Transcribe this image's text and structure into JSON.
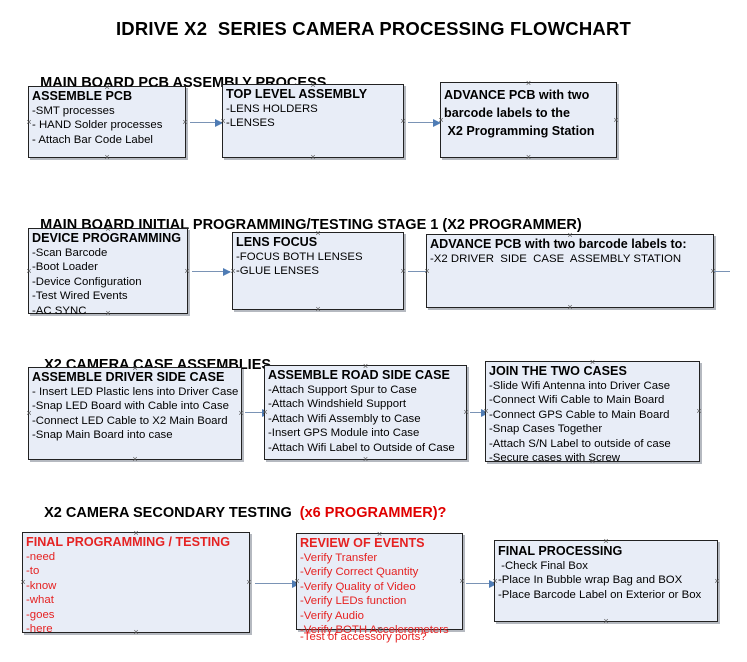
{
  "document": {
    "title": "IDRIVE X2  SERIES CAMERA PROCESSING FLOWCHART",
    "accent_color": "#e52222",
    "box_fill_color": "#e8edf7",
    "box_border_color": "#222222",
    "arrow_color": "#4f7cb5"
  },
  "sections": [
    {
      "heading": "MAIN BOARD PCB ASSEMBLY PROCESS",
      "heading_accent": "",
      "boxes": [
        {
          "title": "ASSEMBLE PCB",
          "lines": [
            "-SMT processes",
            "- HAND Solder processes",
            "- Attach Bar Code Label"
          ]
        },
        {
          "title": "TOP LEVEL ASSEMBLY",
          "lines": [
            "-LENS HOLDERS",
            "-LENSES"
          ]
        },
        {
          "title": "ADVANCE PCB with two\nbarcode labels to the\n X2 Programming Station",
          "lines": []
        }
      ]
    },
    {
      "heading": "MAIN BOARD INITIAL PROGRAMMING/TESTING STAGE 1 (X2 PROGRAMMER)",
      "heading_accent": "",
      "boxes": [
        {
          "title": "DEVICE PROGRAMMING",
          "lines": [
            "-Scan Barcode",
            "-Boot Loader",
            "-Device Configuration",
            "-Test Wired Events",
            "-AC SYNC"
          ]
        },
        {
          "title": "LENS FOCUS",
          "lines": [
            "-FOCUS BOTH LENSES",
            "-GLUE LENSES"
          ]
        },
        {
          "title": "ADVANCE PCB with two barcode labels to:",
          "lines": [
            "-X2 DRIVER  SIDE  CASE  ASSEMBLY STATION"
          ]
        }
      ]
    },
    {
      "heading": "X2 CAMERA CASE ASSEMBLIES",
      "heading_accent": "",
      "boxes": [
        {
          "title": "ASSEMBLE DRIVER SIDE CASE",
          "lines": [
            "- Insert LED Plastic lens into Driver Case",
            "-Snap LED Board with Cable into Case",
            "-Connect LED Cable to X2 Main Board",
            "-Snap Main Board into case"
          ]
        },
        {
          "title": "ASSEMBLE ROAD SIDE CASE",
          "lines": [
            "-Attach Support Spur to Case",
            "-Attach Windshield Support",
            "-Attach Wifi Assembly to Case",
            "-Insert GPS Module into Case",
            "-Attach Wifi Label to Outside of Case"
          ]
        },
        {
          "title": "JOIN THE TWO CASES",
          "lines": [
            "-Slide Wifi Antenna into Driver Case",
            "-Connect Wifi Cable to Main Board",
            "-Connect GPS Cable to Main Board",
            "-Snap Cases Together",
            "-Attach S/N Label to outside of case",
            "-Secure cases with Screw"
          ]
        }
      ]
    },
    {
      "heading": "X2 CAMERA SECONDARY TESTING ",
      "heading_accent": " (x6 PROGRAMMER)?",
      "boxes": [
        {
          "title": "FINAL PROGRAMMING / TESTING",
          "lines": [
            "-need",
            "-to",
            "-know",
            "-what",
            "-goes",
            "-here"
          ]
        },
        {
          "title": "REVIEW OF EVENTS",
          "lines": [
            "-Verify Transfer",
            "-Verify Correct Quantity",
            "-Verify Quality of Video",
            "-Verify LEDs function",
            "-Verify Audio",
            "-Verify BOTH Accelerometers"
          ],
          "overflow_line": "-Test of accessory ports?"
        },
        {
          "title": "FINAL PROCESSING",
          "lines": [
            " -Check Final Box",
            "-Place In Bubble wrap Bag and BOX",
            "-Place Barcode Label on Exterior or Box"
          ]
        }
      ]
    }
  ]
}
